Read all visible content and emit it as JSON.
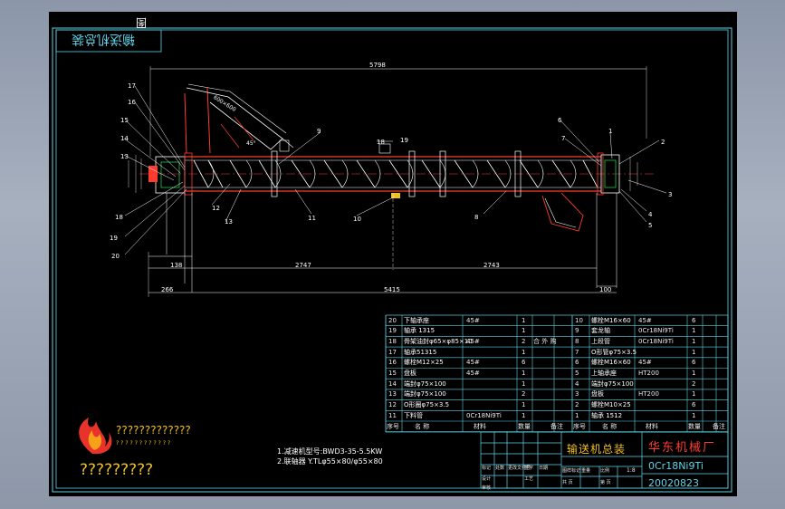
{
  "drawing": {
    "rotated_title": "输送机总装",
    "rotated_mark": "图",
    "overall_length_dim": "5798",
    "total_length_dim": "5415",
    "span_left_dim": "2747",
    "span_right_dim": "2743",
    "dim_266": "266",
    "dim_138": "138",
    "dim_100": "100",
    "inlet_size": "600×600",
    "inlet_angle": "45°",
    "part_callouts_left": [
      "17",
      "16",
      "15",
      "14",
      "13",
      "18",
      "19",
      "20"
    ],
    "part_callouts_mid": [
      "9",
      "12",
      "13",
      "11",
      "10",
      "8",
      "18",
      "19"
    ],
    "part_callouts_right": [
      "6",
      "7",
      "1",
      "2",
      "3",
      "4",
      "5"
    ]
  },
  "bom": {
    "left_rows": [
      {
        "no": "20",
        "name": "下轴承座",
        "mat": "45#",
        "qty": "1",
        "remark": ""
      },
      {
        "no": "19",
        "name": "轴承 1315",
        "mat": "",
        "qty": "1",
        "remark": ""
      },
      {
        "no": "18",
        "name": "骨架油封φ65×φ85×10",
        "mat": "45#",
        "qty": "2",
        "remark": "合 外 购"
      },
      {
        "no": "17",
        "name": "轴承51315",
        "mat": "",
        "qty": "1",
        "remark": ""
      },
      {
        "no": "16",
        "name": "螺栓M12×25",
        "mat": "45#",
        "qty": "6",
        "remark": ""
      },
      {
        "no": "15",
        "name": "盘板",
        "mat": "45#",
        "qty": "1",
        "remark": ""
      },
      {
        "no": "14",
        "name": "端封φ75×100",
        "mat": "",
        "qty": "1",
        "remark": ""
      },
      {
        "no": "13",
        "name": "端封φ75×100",
        "mat": "",
        "qty": "2",
        "remark": ""
      },
      {
        "no": "12",
        "name": "O形圈φ75×3.5",
        "mat": "",
        "qty": "1",
        "remark": ""
      },
      {
        "no": "11",
        "name": "下料管",
        "mat": "0Cr18Ni9Ti",
        "qty": "1",
        "remark": ""
      }
    ],
    "left_header": {
      "no": "序号",
      "name": "名  称",
      "mat": "材料",
      "qty": "数量",
      "remark": "备注"
    },
    "right_rows": [
      {
        "no": "10",
        "name": "螺栓M16×60",
        "mat": "45#",
        "qty": "6",
        "remark": ""
      },
      {
        "no": "9",
        "name": "套龙轴",
        "mat": "0Cr18Ni9Ti",
        "qty": "1",
        "remark": ""
      },
      {
        "no": "8",
        "name": "上段管",
        "mat": "0Cr18Ni9Ti",
        "qty": "1",
        "remark": ""
      },
      {
        "no": "7",
        "name": "O形管φ75×3.5",
        "mat": "",
        "qty": "1",
        "remark": ""
      },
      {
        "no": "6",
        "name": "螺栓M16×60",
        "mat": "45#",
        "qty": "6",
        "remark": ""
      },
      {
        "no": "5",
        "name": "上轴承座",
        "mat": "HT200",
        "qty": "1",
        "remark": ""
      },
      {
        "no": "4",
        "name": "端封φ75×100",
        "mat": "",
        "qty": "2",
        "remark": ""
      },
      {
        "no": "3",
        "name": "盘板",
        "mat": "HT200",
        "qty": "1",
        "remark": ""
      },
      {
        "no": "2",
        "name": "螺栓M10×25",
        "mat": "",
        "qty": "6",
        "remark": ""
      },
      {
        "no": "1",
        "name": "轴承 1512",
        "mat": "",
        "qty": "1",
        "remark": ""
      }
    ],
    "right_header": {
      "no": "序号",
      "name": "名  称",
      "mat": "材料",
      "qty": "数量",
      "remark": "备注"
    }
  },
  "notes": {
    "line1": "1.减速机型号:BWD3-35-5.5KW",
    "line2": "2.联轴器 Y.TLφ55×80/φ55×80"
  },
  "title_block": {
    "drawing_title": "输送机总装",
    "company": "华东机械厂",
    "material": "0Cr18Ni9Ti",
    "date": "20020823",
    "scale": "1:8",
    "small_labels": [
      "标记",
      "处数",
      "更改文件号",
      "签字",
      "日期",
      "设计",
      "审核",
      "工艺",
      "图样标记",
      "重量",
      "比例",
      "共 页",
      "第 页"
    ]
  },
  "logo": {
    "line1": "?????????????",
    "line2": "????????????",
    "line3": "?????????",
    "colors": {
      "flame_outer": "#e8322a",
      "flame_inner": "#f6a11a"
    }
  },
  "colors": {
    "frame": "#5fd3e8",
    "dim": "#ffffff",
    "red": "#ff3b30",
    "green": "#22e55a",
    "yellow": "#f0c020",
    "table_text": "#e8e8e8"
  }
}
